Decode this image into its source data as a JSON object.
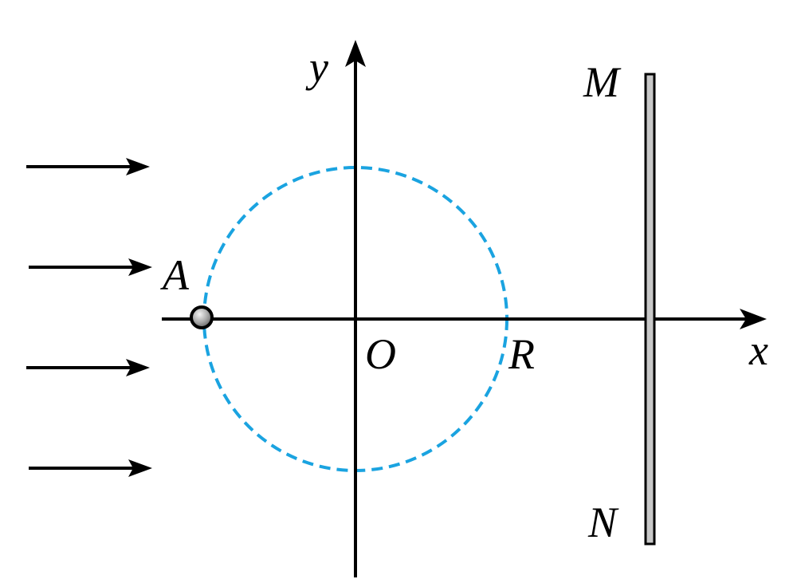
{
  "diagram": {
    "labels": {
      "y_axis": "y",
      "x_axis": "x",
      "origin": "O",
      "radius": "R",
      "point_a": "A",
      "plate_top": "M",
      "plate_bottom": "N"
    },
    "colors": {
      "axes": "#000000",
      "circle": "#1aa3e0",
      "plate_fill": "#c8c8c8",
      "particle": "#9a9a9a"
    },
    "incoming_arrow_count": 4
  }
}
